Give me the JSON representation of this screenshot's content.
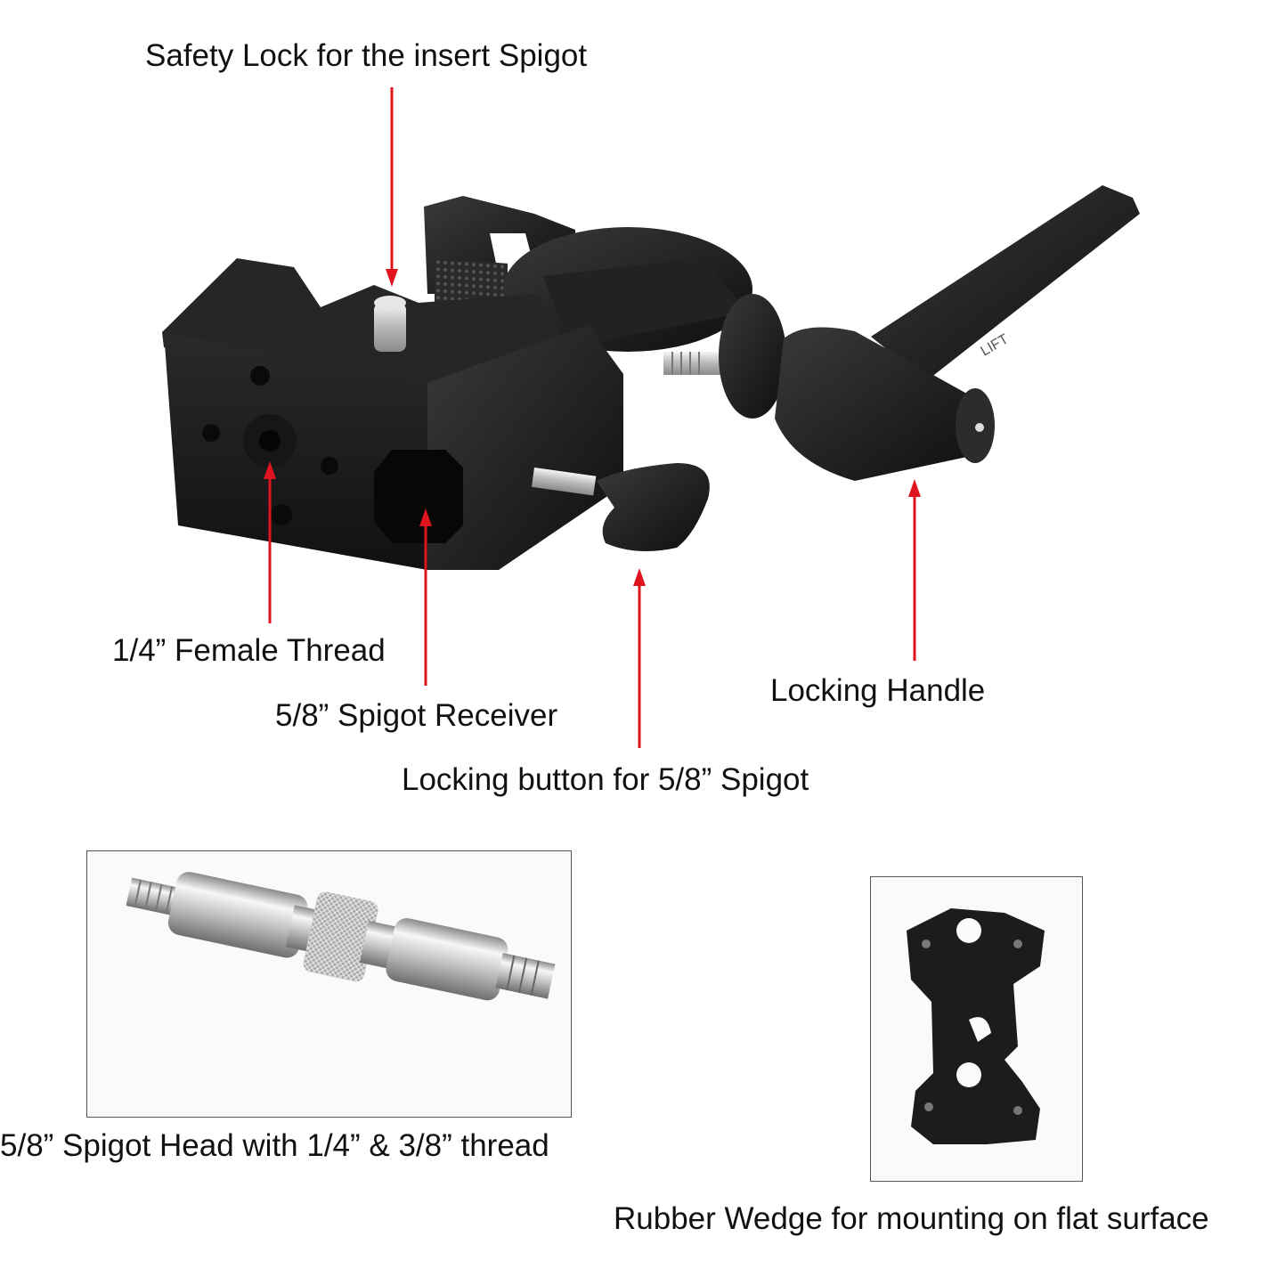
{
  "callouts": {
    "safety_lock": "Safety Lock for the insert Spigot",
    "female_thread": "1/4” Female Thread",
    "spigot_receiver": "5/8” Spigot Receiver",
    "locking_button": "Locking button for 5/8” Spigot",
    "locking_handle": "Locking Handle"
  },
  "accessories": {
    "spigot_head": "5/8” Spigot Head with 1/4” & 3/8” thread",
    "rubber_wedge": "Rubber Wedge for mounting on flat surface"
  },
  "colors": {
    "arrow": "#e0141e",
    "body": "#1b1b1b",
    "metal": "#c7c7c7"
  }
}
